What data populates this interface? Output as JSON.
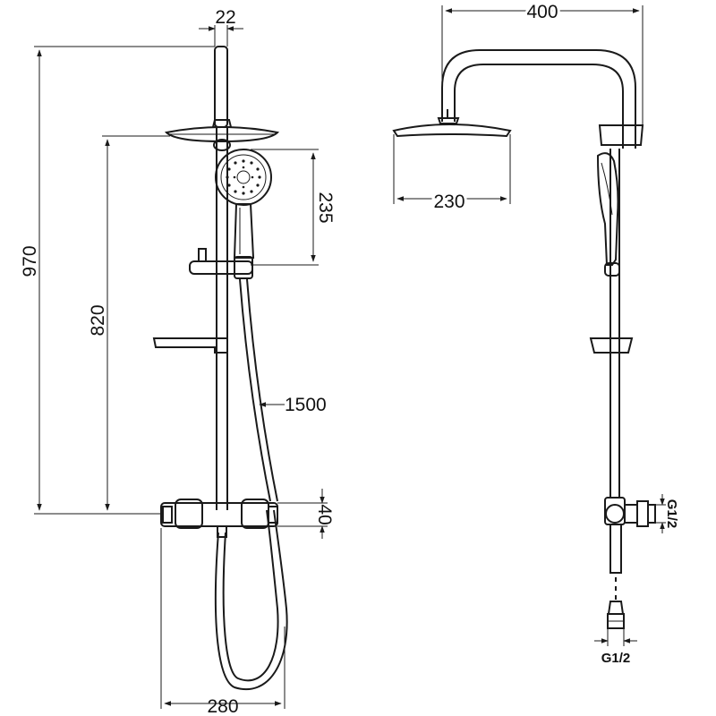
{
  "drawing": {
    "front_view": {
      "pipe_diameter": "22",
      "total_height": "970",
      "head_height": "820",
      "hand_shower_height": "235",
      "hose_length": "1500",
      "mixer_height": "40",
      "mixer_width": "280"
    },
    "side_view": {
      "arm_reach": "400",
      "head_diameter": "230",
      "connection_thread": "G1/2",
      "outlet_thread": "G1/2"
    }
  }
}
